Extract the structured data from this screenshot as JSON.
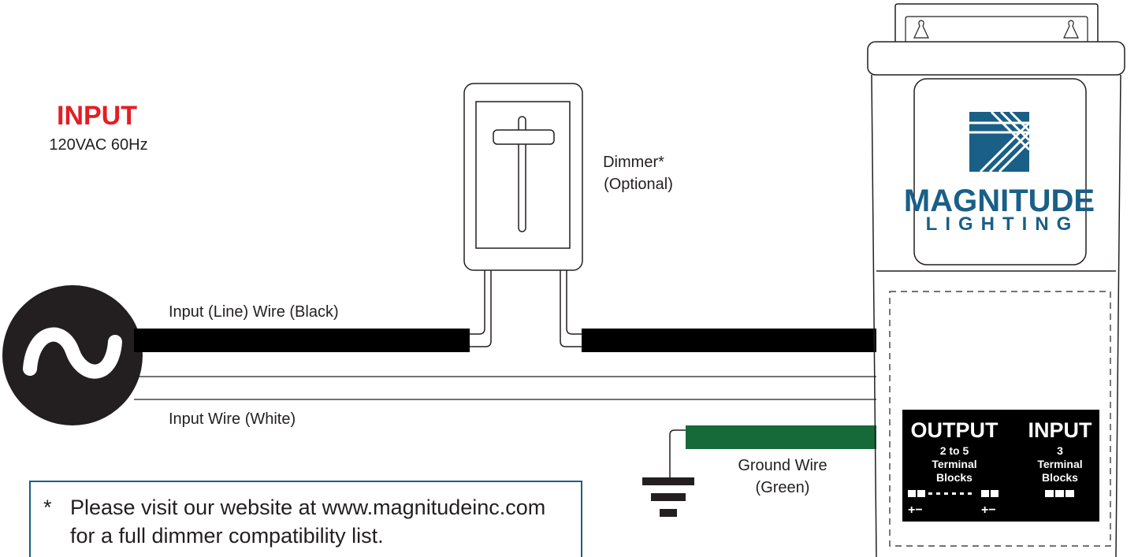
{
  "input_label": {
    "title": "INPUT",
    "spec": "120VAC 60Hz"
  },
  "dimmer": {
    "line1": "Dimmer*",
    "line2": "(Optional)"
  },
  "wires": {
    "line": "Input (Line) Wire (Black)",
    "neutral": "Input Wire (White)",
    "ground_line1": "Ground Wire",
    "ground_line2": "(Green)"
  },
  "brand": {
    "name": "MAGNITUDE",
    "sub": "LIGHTING"
  },
  "terminal_panel": {
    "output_title": "OUTPUT",
    "output_detail": [
      "2 to 5",
      "Terminal",
      "Blocks"
    ],
    "output_polarity_left": "+−",
    "output_polarity_right": "+−",
    "input_title": "INPUT",
    "input_detail": [
      "3",
      "Terminal",
      "Blocks"
    ]
  },
  "footnote": {
    "star": "*",
    "line1": "Please visit our website at www.magnitudeinc.com",
    "line2": "for a full dimmer compatibility list."
  },
  "colors": {
    "brand_blue": "#1a5f86",
    "input_red": "#e31e24",
    "ground_green": "#166a3a",
    "wire_black": "#000000"
  }
}
